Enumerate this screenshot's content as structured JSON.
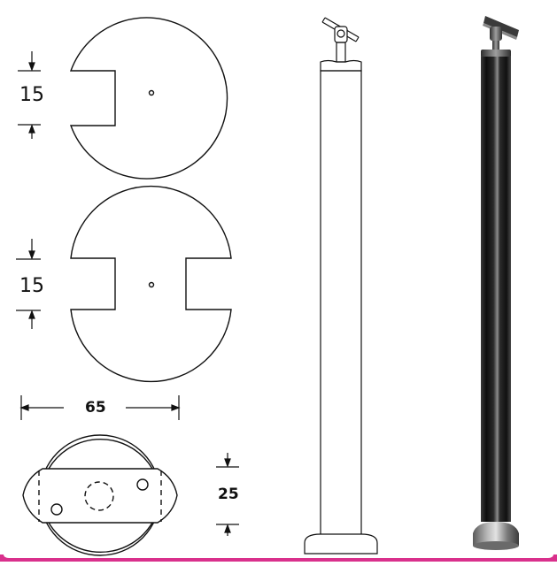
{
  "dimensions": {
    "slot_single": "15",
    "slot_double": "15",
    "base_width": "65",
    "base_height": "25"
  },
  "colors": {
    "line": "#111111",
    "background": "#ffffff",
    "accent_border": "#d9308c",
    "steel_dark": "#1c1c1c",
    "steel_light": "#9a9a9a"
  }
}
